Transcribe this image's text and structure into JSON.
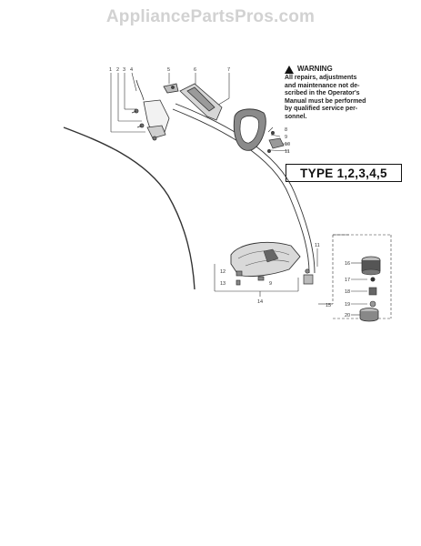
{
  "watermark": "AppliancePartsPros.com",
  "warning": {
    "title": "WARNING",
    "lines": [
      "All repairs, adjustments",
      "and maintenance not de-",
      "scribed in the Operator's",
      "Manual must be performed",
      "by qualified service per-",
      "sonnel."
    ]
  },
  "type_label": "TYPE 1,2,3,4,5",
  "callouts": {
    "c1": "1",
    "c2": "2",
    "c3": "3",
    "c4": "4",
    "c5": "5",
    "c6": "6",
    "c7": "7",
    "c8": "8",
    "c9": "9",
    "c10": "10",
    "c11": "11",
    "c11b": "11",
    "c12": "12",
    "c13": "13",
    "c9b": "9",
    "c14": "14",
    "c15": "15",
    "c16": "16",
    "c17": "17",
    "c18": "18",
    "c19": "19",
    "c20": "20"
  }
}
